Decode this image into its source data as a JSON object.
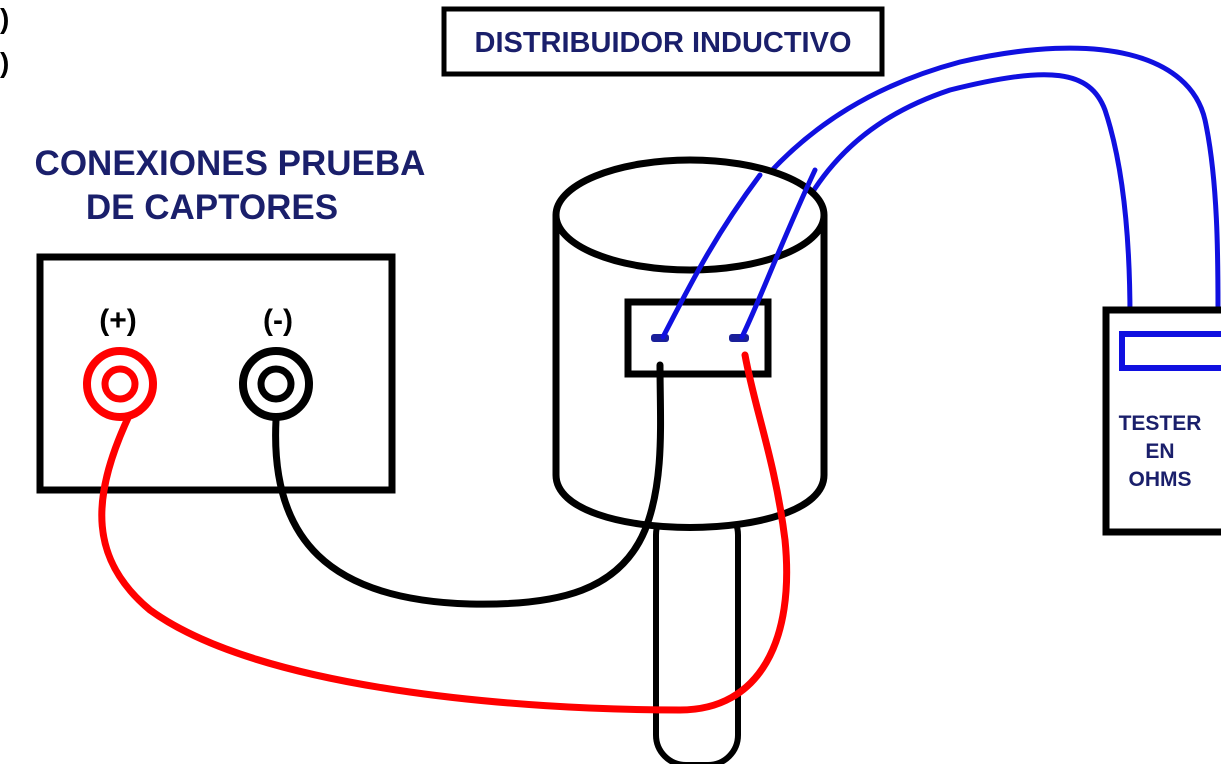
{
  "edge_marks": [
    ")",
    ")"
  ],
  "title_box": {
    "text": "DISTRIBUIDOR INDUCTIVO"
  },
  "heading": {
    "line1": "CONEXIONES PRUEBA",
    "line2": "DE CAPTORES"
  },
  "source_box": {
    "positive_label": "(+)",
    "negative_label": "(-)"
  },
  "tester": {
    "line1": "TESTER",
    "line2": "EN",
    "line3": "OHMS"
  },
  "colors": {
    "positive_wire": "#ff0000",
    "negative_wire": "#000000",
    "tester_wire": "#1010e0",
    "title_text": "#1a1f6b",
    "outline": "#000000"
  }
}
